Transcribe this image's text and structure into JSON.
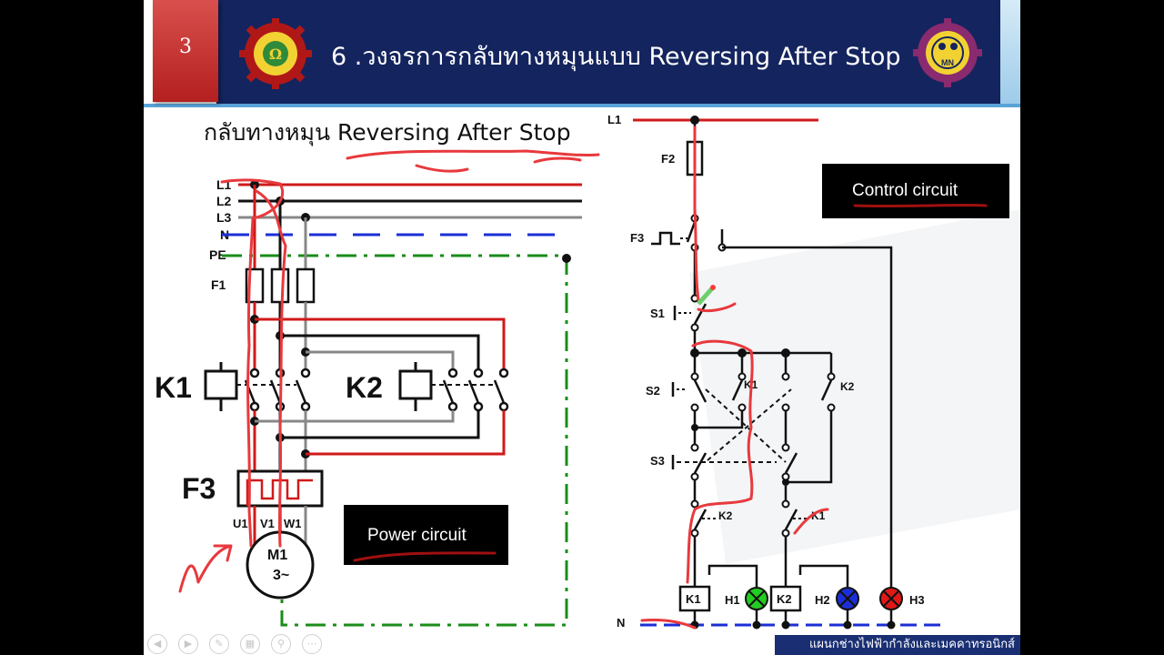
{
  "slide": {
    "number": "3",
    "title": "6 .วงจรการกลับทางหมุนแบบ Reversing After Stop",
    "left_logo": "electrical-dept-gear-logo",
    "right_logo": "mechatronics-gear-logo"
  },
  "diagram": {
    "subtitle": "กลับทางหมุน Reversing After Stop",
    "power": {
      "lines": [
        "L1",
        "L2",
        "L3",
        "N",
        "PE"
      ],
      "fuse": "F1",
      "contactor_1": "K1",
      "contactor_2": "K2",
      "overload": "F3",
      "terminals": [
        "U1",
        "V1",
        "W1"
      ],
      "motor_name": "M1",
      "motor_phase": "3~",
      "box_label": "Power circuit"
    },
    "control": {
      "supply": "L1",
      "neutral": "N",
      "fuse": "F2",
      "overload_contact": "F3",
      "stop_button": "S1",
      "forward_button": "S2",
      "reverse_button": "S3",
      "hold_k1": "K1",
      "hold_k2": "K2",
      "interlock_k2": "K2",
      "interlock_k1": "K1",
      "coil_k1": "K1",
      "coil_k2": "K2",
      "lamp_h1": "H1",
      "lamp_h2": "H2",
      "lamp_h3": "H3",
      "box_label": "Control circuit"
    }
  },
  "footer": {
    "department": "แผนกช่างไฟฟ้ากำลังและเมคคาทรอนิกส์"
  },
  "colors": {
    "header_band": "#14245e",
    "slide_number_bg": "#c8302e",
    "line_l1": "#d01a1a",
    "line_l2": "#111111",
    "line_l3": "#888888",
    "neutral": "#1b2fd6",
    "protective_earth": "#1a8c1a",
    "lamp_h1": "#22cc22",
    "lamp_h2": "#1b2fd6",
    "lamp_h3": "#e01818",
    "annotation_pen": "#e8393d"
  },
  "toolbar_icons": [
    "previous-icon",
    "next-icon",
    "pen-icon",
    "slides-icon",
    "zoom-icon",
    "more-icon"
  ]
}
